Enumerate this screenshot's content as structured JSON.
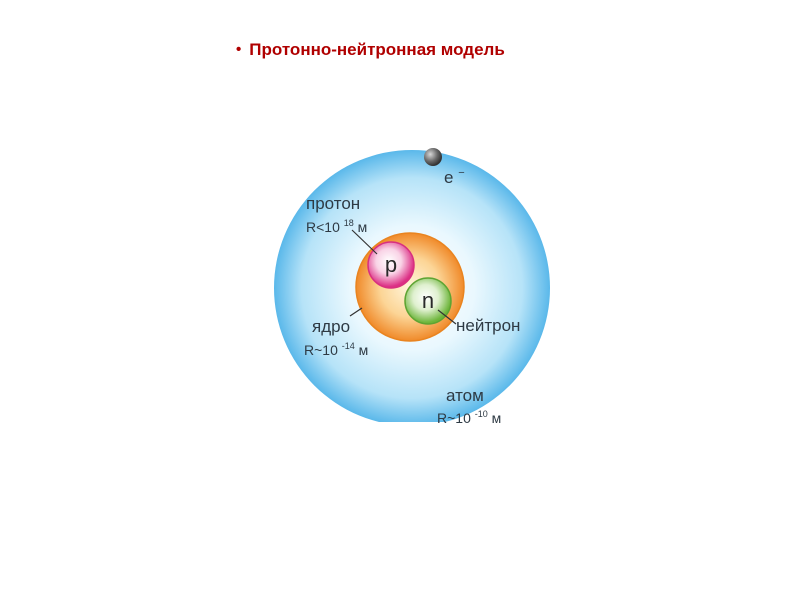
{
  "slide": {
    "heading": {
      "bullet": "•",
      "text": "Протонно-нейтронная модель"
    }
  },
  "diagram": {
    "electron": {
      "symbol": "e",
      "charge": "−"
    },
    "proton": {
      "letter": "p",
      "name": "протон",
      "radius_prefix": "R<10",
      "radius_exp": "18",
      "radius_unit": "м"
    },
    "neutron": {
      "letter": "n",
      "name": "нейтрон"
    },
    "nucleus": {
      "name": "ядро",
      "radius_prefix": "R~10",
      "radius_exp": "-14",
      "radius_unit": "м"
    },
    "atom": {
      "name": "атом",
      "radius_prefix": "R~10",
      "radius_exp": "-10",
      "radius_unit": "м"
    },
    "colors": {
      "heading": "#b00000",
      "atom_outer": "#5ab8ea",
      "atom_inner": "#e6f6fe",
      "nucleus": "#f59a3a",
      "proton": "#e0328a",
      "neutron": "#7cc242",
      "electron": "#555555",
      "label_text": "#2e3a44"
    }
  }
}
